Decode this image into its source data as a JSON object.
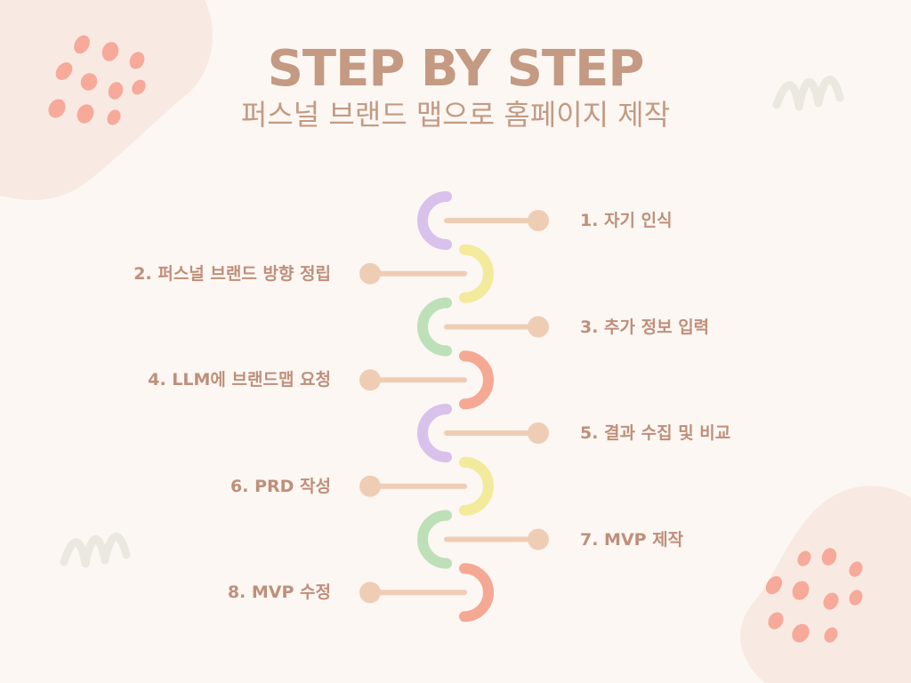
{
  "header": {
    "title": "STEP BY STEP",
    "subtitle": "퍼스널 브랜드 맵으로 홈페이지 제작"
  },
  "steps": [
    {
      "label": "1. 자기 인식",
      "side": "right",
      "color": "#d8c2ec"
    },
    {
      "label": "2. 퍼스널 브랜드 방향 정립",
      "side": "left",
      "color": "#f3ea9c"
    },
    {
      "label": "3. 추가 정보 입력",
      "side": "right",
      "color": "#bde0b9"
    },
    {
      "label": "4. LLM에 브랜드맵 요청",
      "side": "left",
      "color": "#f5a893"
    },
    {
      "label": "5. 결과 수집 및 비교",
      "side": "right",
      "color": "#d8c2ec"
    },
    {
      "label": "6. PRD 작성",
      "side": "left",
      "color": "#f3ea9c"
    },
    {
      "label": "7. MVP 제작",
      "side": "right",
      "color": "#bde0b9"
    },
    {
      "label": "8. MVP 수정",
      "side": "left",
      "color": "#f5a893"
    }
  ],
  "colors": {
    "background": "#fcf7f3",
    "text": "#c49a83",
    "connector": "#efcdb5",
    "dots": "#f7a99a",
    "blob": "#f8eae2",
    "zigzag": "#ebe8e0"
  }
}
